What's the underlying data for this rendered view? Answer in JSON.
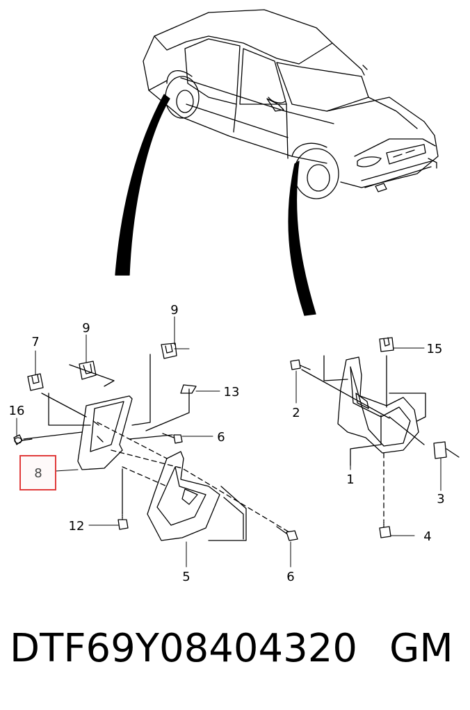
{
  "diagram": {
    "callouts": [
      {
        "id": "c1",
        "label": "1"
      },
      {
        "id": "c2",
        "label": "2"
      },
      {
        "id": "c3",
        "label": "3"
      },
      {
        "id": "c4",
        "label": "4"
      },
      {
        "id": "c5",
        "label": "5"
      },
      {
        "id": "c6a",
        "label": "6"
      },
      {
        "id": "c6b",
        "label": "6"
      },
      {
        "id": "c7",
        "label": "7"
      },
      {
        "id": "c8",
        "label": "8",
        "highlighted": true
      },
      {
        "id": "c9a",
        "label": "9"
      },
      {
        "id": "c9b",
        "label": "9"
      },
      {
        "id": "c12",
        "label": "12"
      },
      {
        "id": "c13",
        "label": "13"
      },
      {
        "id": "c15",
        "label": "15"
      },
      {
        "id": "c16",
        "label": "16"
      }
    ],
    "highlight_color": "#e03a3a"
  },
  "footer": {
    "part_number": "DTF69Y08404320",
    "brand": "GM"
  }
}
